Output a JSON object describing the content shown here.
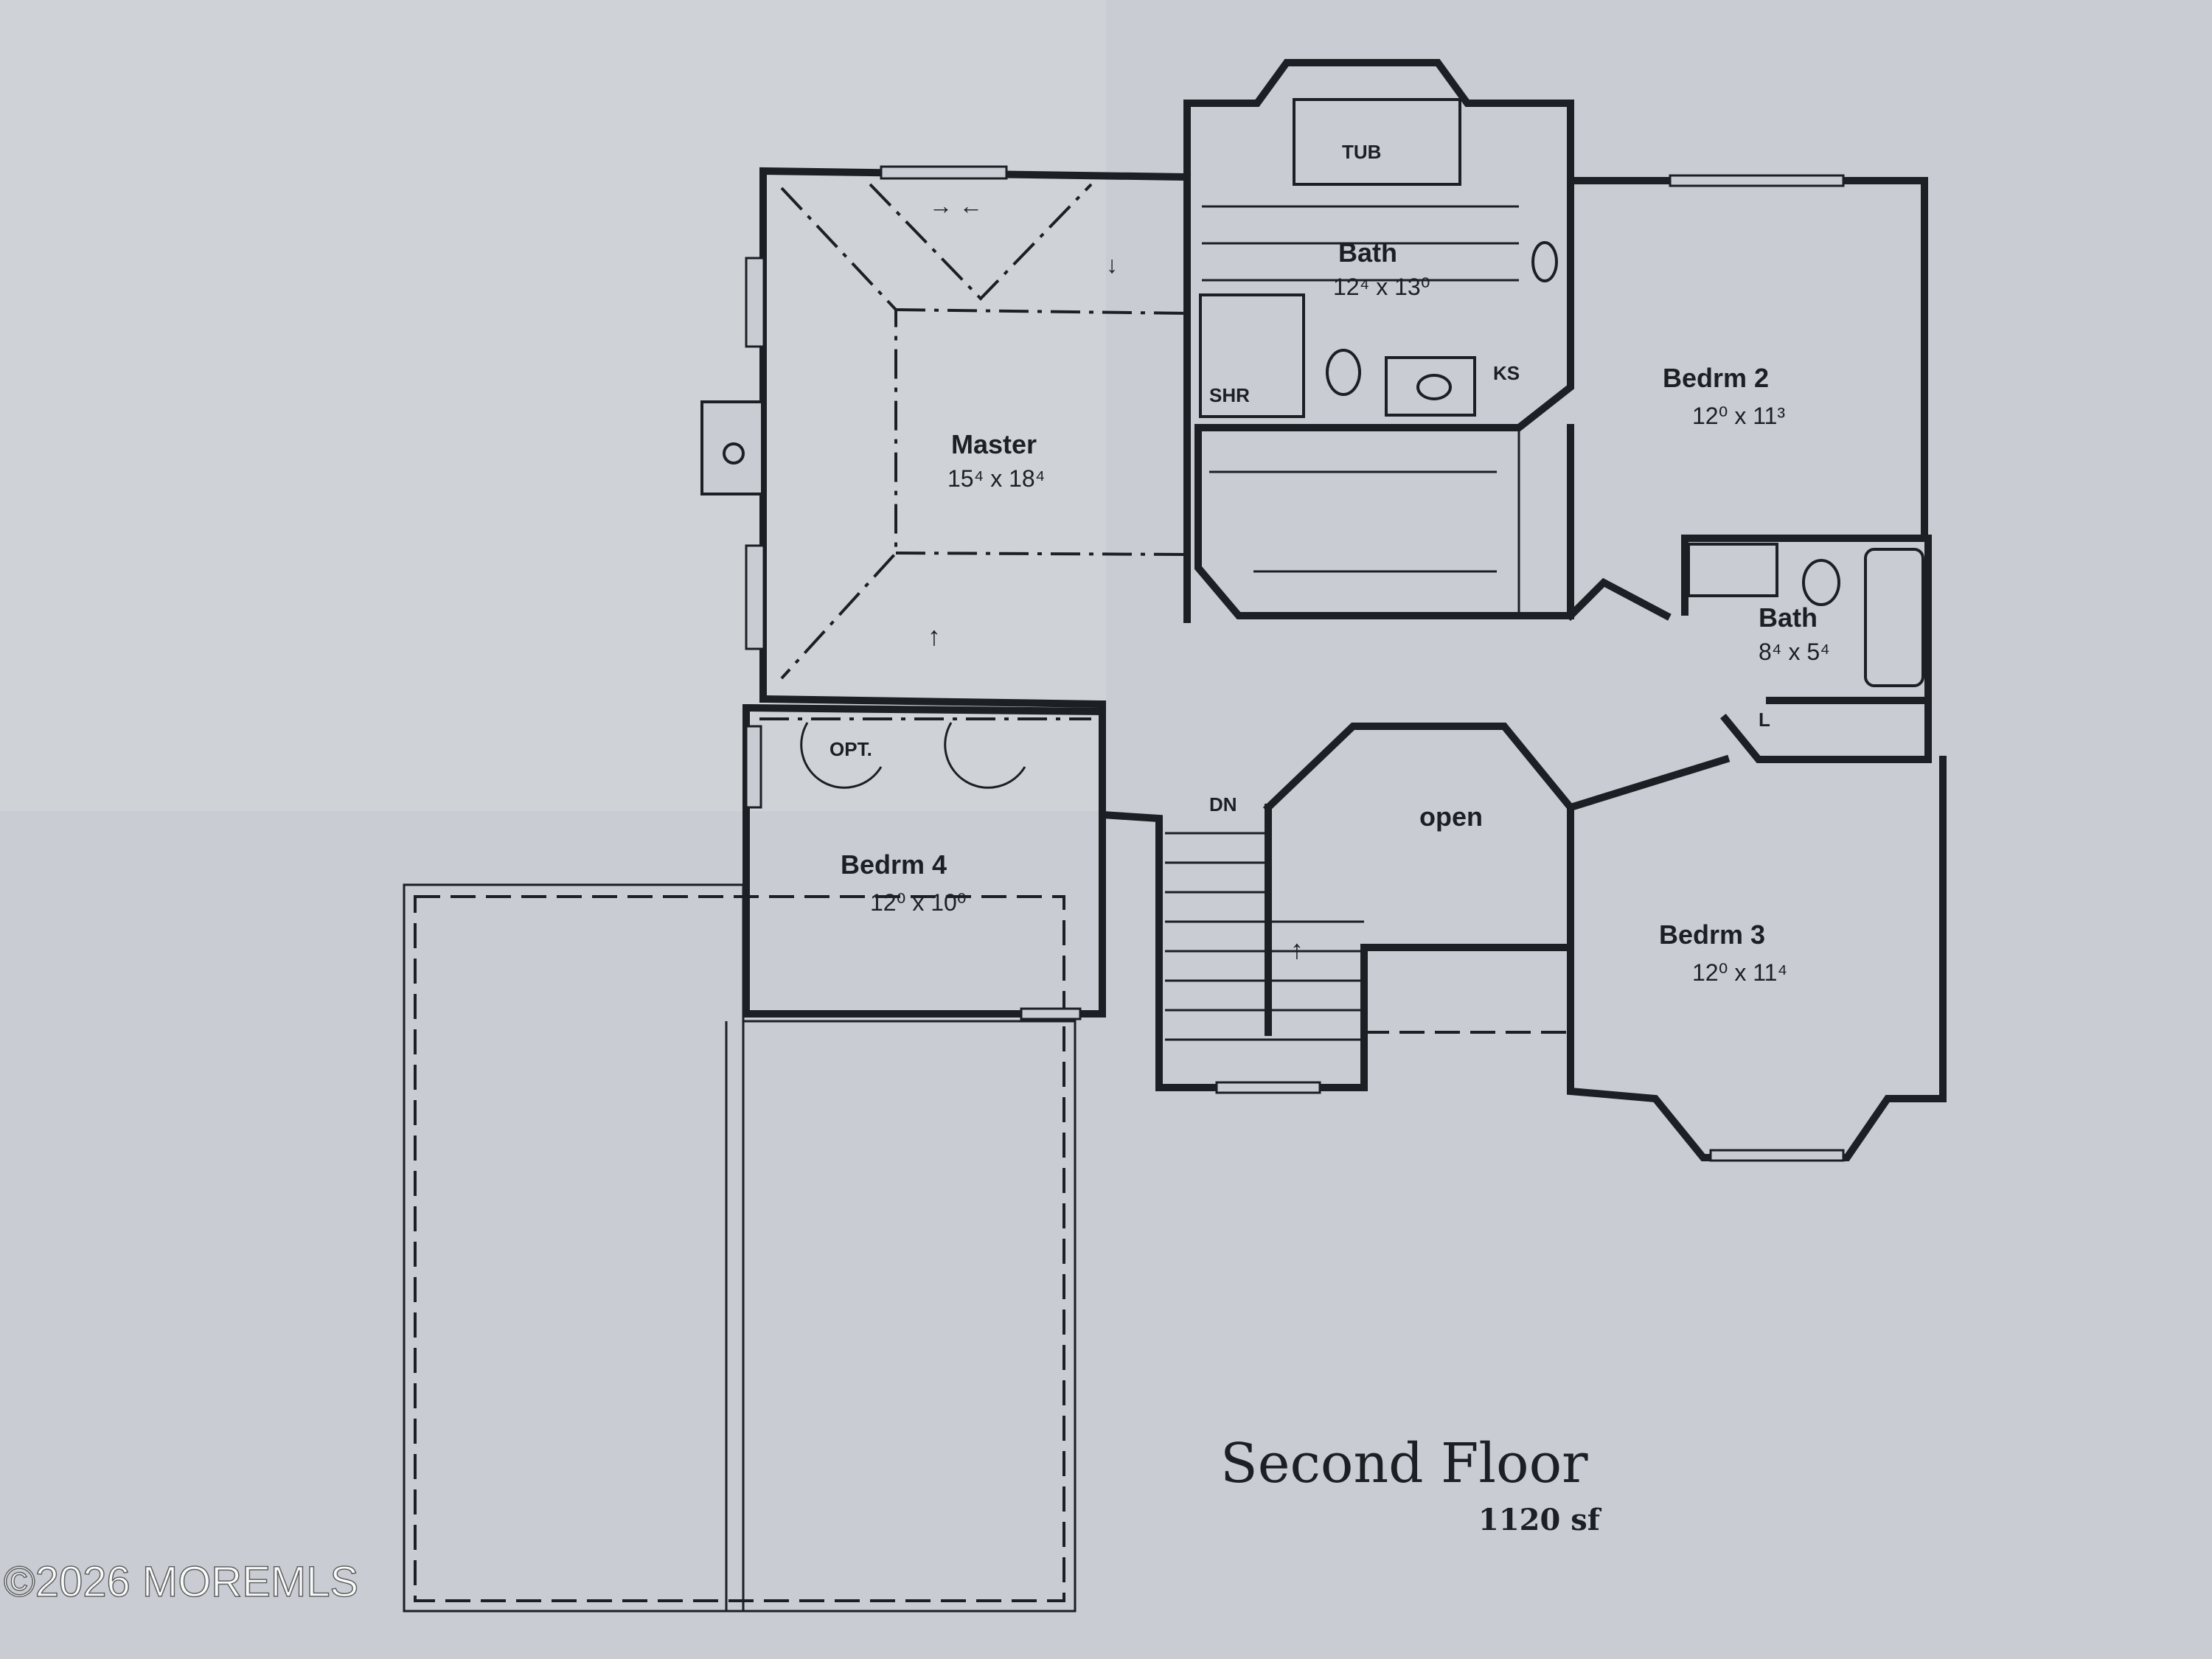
{
  "plan": {
    "title": "Second Floor",
    "area": "1120 sf"
  },
  "rooms": {
    "master": {
      "name": "Master",
      "dims": "15⁴ x 18⁴"
    },
    "master_bath": {
      "name": "Bath",
      "dims": "12⁴ x 13⁰"
    },
    "bedroom2": {
      "name": "Bedrm 2",
      "dims": "12⁰ x 11³"
    },
    "bath2": {
      "name": "Bath",
      "dims": "8⁴ x 5⁴"
    },
    "bedroom3": {
      "name": "Bedrm 3",
      "dims": "12⁰ x 11⁴"
    },
    "bedroom4": {
      "name": "Bedrm 4",
      "dims": "12⁰ x 10⁰"
    },
    "open": {
      "name": "open"
    }
  },
  "tags": {
    "tub": "TUB",
    "shower": "SHR",
    "linen_closet": "KS",
    "optional": "OPT.",
    "down": "DN",
    "linen": "L"
  },
  "watermark": "©2026 MOREMLS"
}
